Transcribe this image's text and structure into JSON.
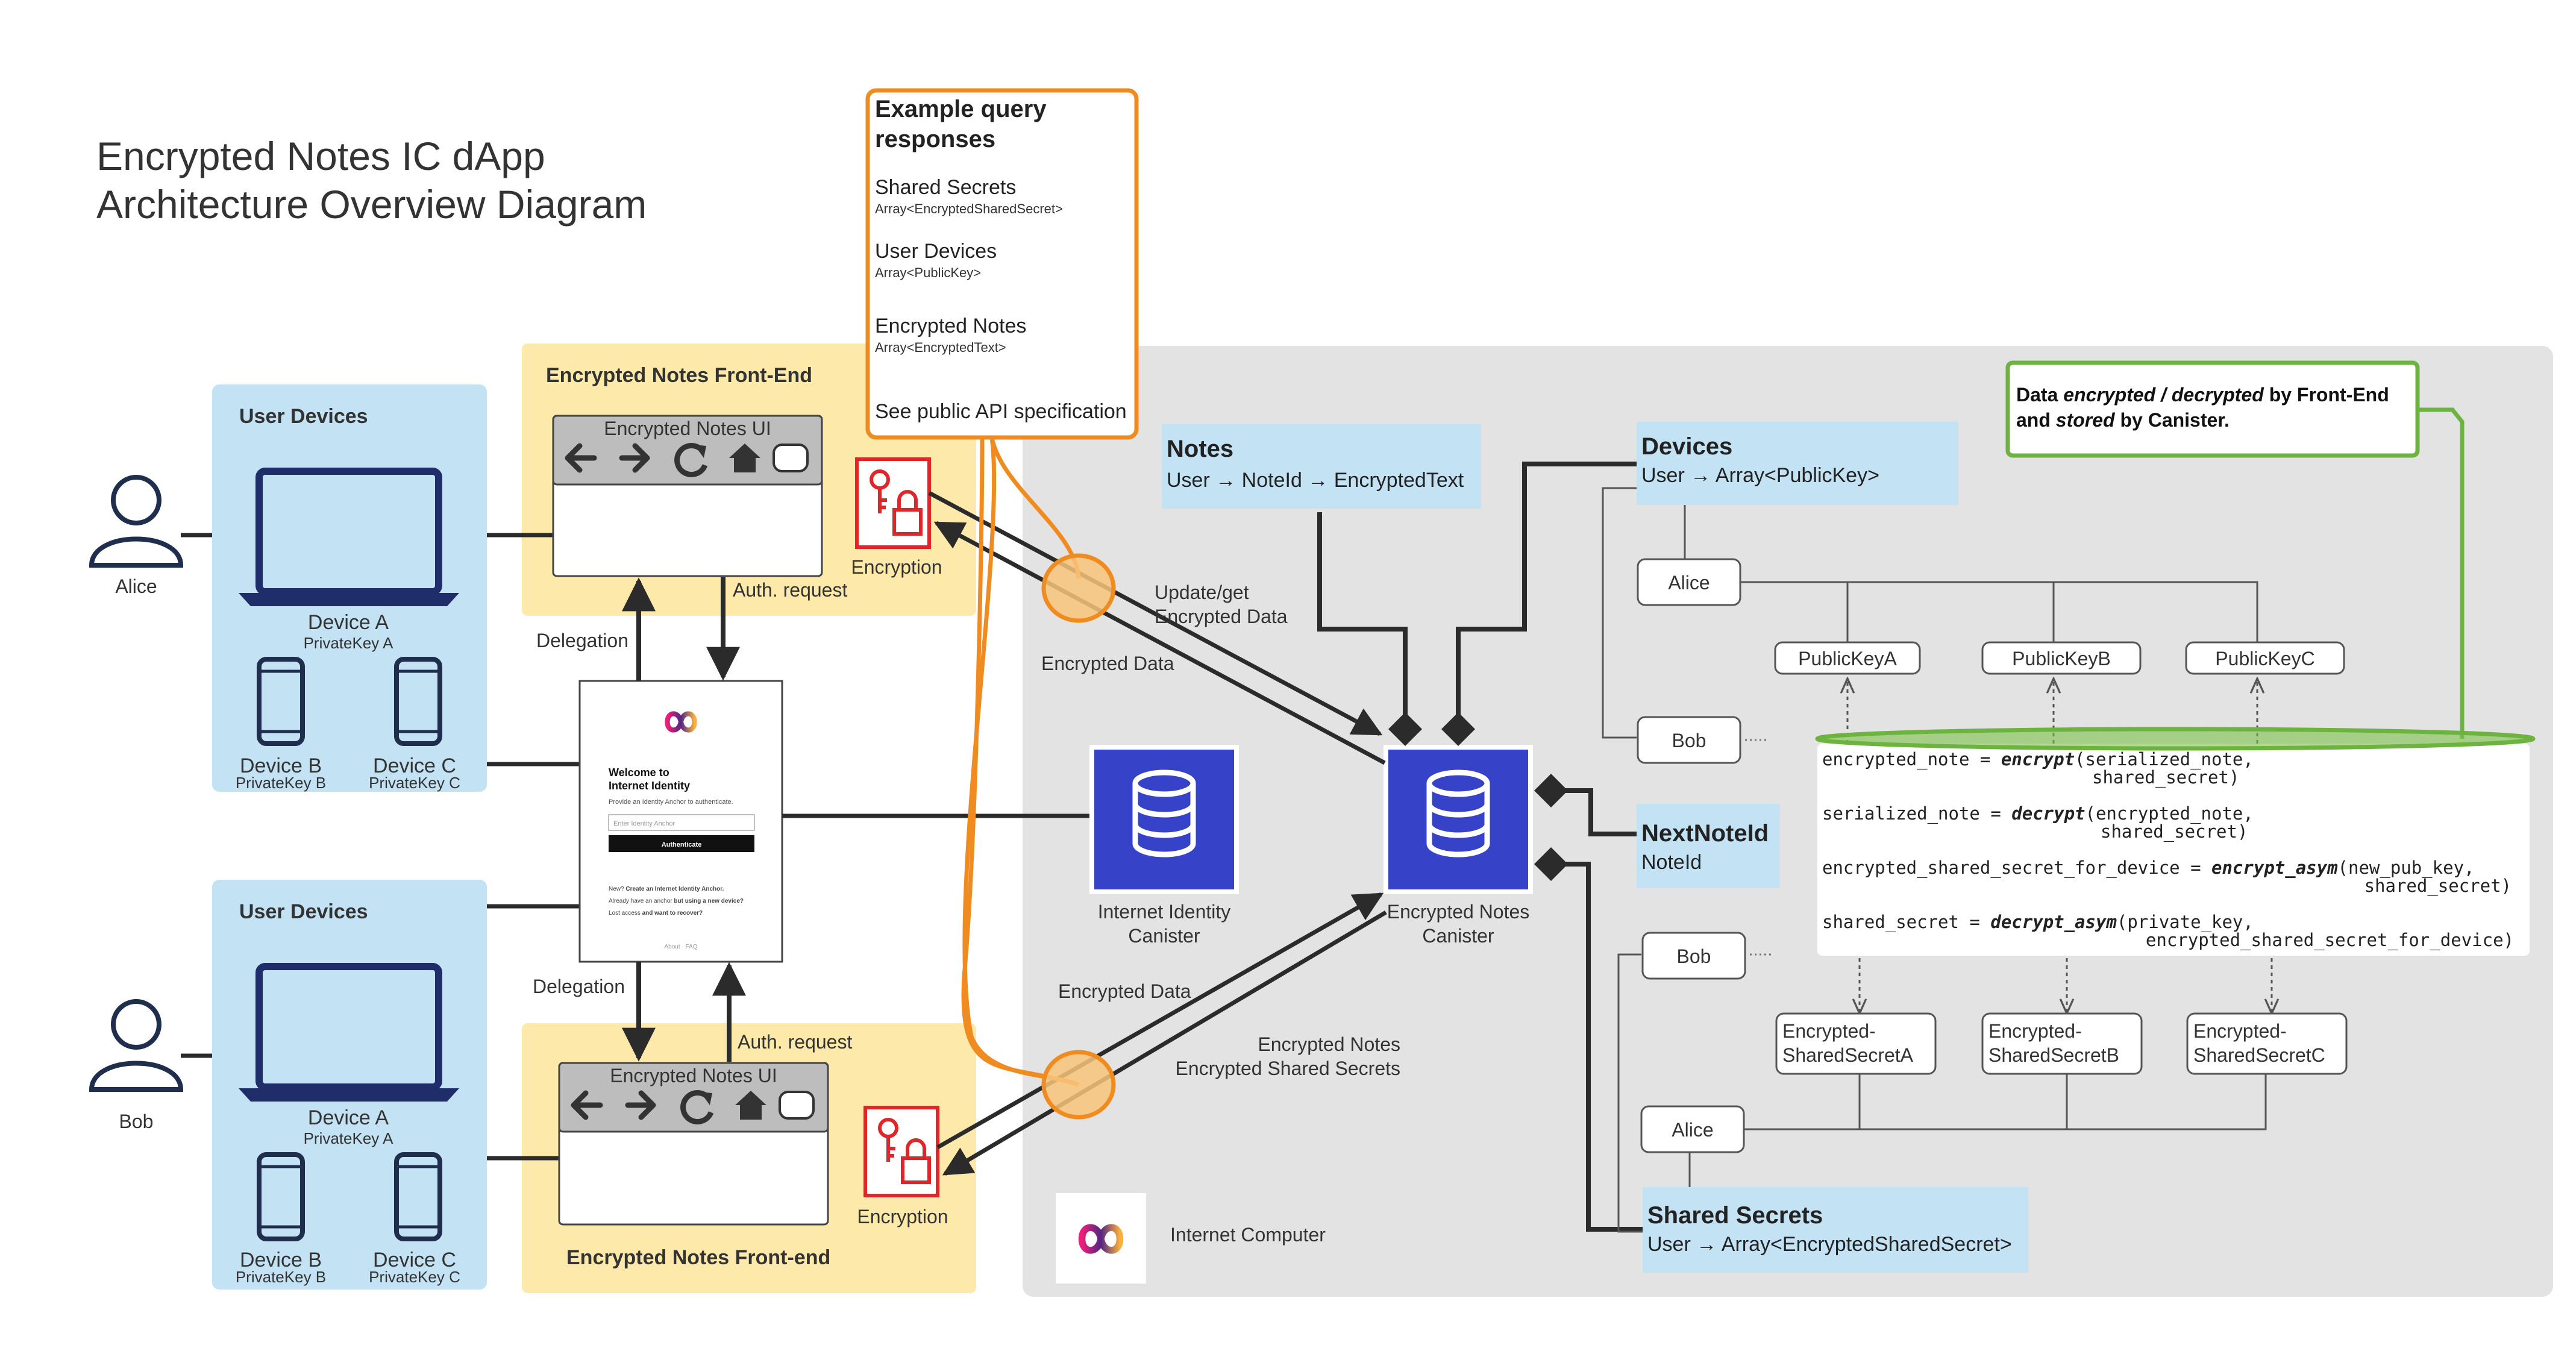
{
  "title": {
    "line1": "Encrypted Notes IC dApp",
    "line2": "Architecture Overview Diagram"
  },
  "colors": {
    "blue_panel": "#c3e3f5",
    "yellow_panel": "#fdeaaa",
    "grey_panel": "#e3e3e3",
    "orange": "#f08c1f",
    "green": "#6db33f",
    "canister_blue": "#3643c8",
    "lock_red": "#e0262b",
    "laptop_navy": "#1f2e6b"
  },
  "users": {
    "alice": "Alice",
    "bob": "Bob"
  },
  "devices_top": {
    "title": "User Devices",
    "device_a": "Device A",
    "key_a": "PrivateKey A",
    "device_b": "Device B",
    "key_b": "PrivateKey B",
    "device_c": "Device C",
    "key_c": "PrivateKey C"
  },
  "devices_bottom": {
    "title": "User Devices",
    "device_a": "Device A",
    "key_a": "PrivateKey A",
    "device_b": "Device B",
    "key_b": "PrivateKey B",
    "device_c": "Device C",
    "key_c": "PrivateKey C"
  },
  "frontend_top": {
    "title": "Encrypted Notes Front-End",
    "ui_label": "Encrypted Notes UI",
    "encryption": "Encryption"
  },
  "frontend_bottom": {
    "title": "Encrypted Notes Front-end",
    "ui_label": "Encrypted Notes UI",
    "encryption": "Encryption"
  },
  "labels": {
    "delegation_top": "Delegation",
    "auth_top": "Auth. request",
    "delegation_bottom": "Delegation",
    "auth_bottom": "Auth. request",
    "update_get_1": "Update/get",
    "update_get_2": "Encrypted Data",
    "encrypted_data_top": "Encrypted Data",
    "encrypted_data_bottom": "Encrypted Data",
    "enc_notes_1": "Encrypted Notes",
    "enc_notes_2": "Encrypted Shared Secrets"
  },
  "ii_screen": {
    "welcome_1": "Welcome to",
    "welcome_2": "Internet Identity",
    "subtitle": "Provide an Identity Anchor to authenticate.",
    "placeholder": "Enter Identity Anchor",
    "button": "Authenticate",
    "new_line_plain": "New? ",
    "new_line_bold": "Create an Internet Identity Anchor.",
    "anchor_plain": "Already have an anchor ",
    "anchor_bold": "but using a new device?",
    "lost_plain": "Lost access ",
    "lost_bold": "and want to recover?",
    "footer": "About · FAQ"
  },
  "example_box": {
    "title_1": "Example query",
    "title_2": "responses",
    "shared_title": "Shared Secrets",
    "shared_type": "Array<EncryptedSharedSecret>",
    "devices_title": "User Devices",
    "devices_type": "Array<PublicKey>",
    "notes_title": "Encrypted Notes",
    "notes_type": "Array<EncryptedText>",
    "api_link": "See public API specification"
  },
  "canisters": {
    "ii_1": "Internet Identity",
    "ii_2": "Canister",
    "notes_1": "Encrypted Notes",
    "notes_2": "Canister"
  },
  "stores": {
    "notes_title": "Notes",
    "notes_map": "User → NoteId → EncryptedText",
    "devices_title": "Devices",
    "devices_map": "User → Array<PublicKey>",
    "next_title": "NextNoteId",
    "next_type": "NoteId",
    "shared_title": "Shared Secrets",
    "shared_map": "User → Array<EncryptedSharedSecret>"
  },
  "tree": {
    "alice": "Alice",
    "bob": "Bob",
    "pk_a": "PublicKeyA",
    "pk_b": "PublicKeyB",
    "pk_c": "PublicKeyC",
    "bob2": "Bob",
    "alice2": "Alice",
    "ess_a_1": "Encrypted-",
    "ess_a_2": "SharedSecretA",
    "ess_b_1": "Encrypted-",
    "ess_b_2": "SharedSecretB",
    "ess_c_1": "Encrypted-",
    "ess_c_2": "SharedSecretC"
  },
  "green_note": {
    "p1": "Data ",
    "p2": "encrypted / decrypted",
    "p3": " by Front-End",
    "p4": "and ",
    "p5": "stored",
    "p6": " by Canister."
  },
  "code": {
    "l1a": "encrypted_note = ",
    "l1b": "encrypt",
    "l1c": "(serialized_note,",
    "l2": "shared_secret)",
    "l3a": "serialized_note = ",
    "l3b": "decrypt",
    "l3c": "(encrypted_note,",
    "l4": "shared_secret)",
    "l5a": "encrypted_shared_secret_for_device = ",
    "l5b": "encrypt_asym",
    "l5c": "(new_pub_key,",
    "l6": "shared_secret)",
    "l7a": "shared_secret = ",
    "l7b": "decrypt_asym",
    "l7c": "(private_key,",
    "l8": "encrypted_shared_secret_for_device)"
  },
  "ic_label": "Internet Computer",
  "icons": {
    "user": "user-icon",
    "laptop": "laptop-icon",
    "phone": "phone-icon",
    "lock": "key-lock-icon",
    "database": "database-icon",
    "infinity": "infinity-logo-icon",
    "back": "arrow-left-icon",
    "forward": "arrow-right-icon",
    "reload": "reload-icon",
    "home": "home-icon"
  }
}
